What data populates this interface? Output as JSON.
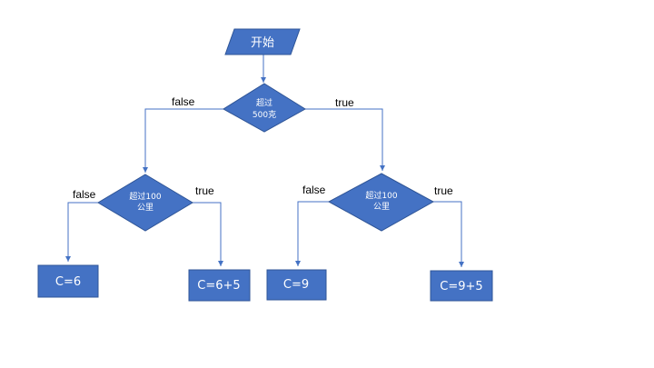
{
  "nodes": {
    "start": "开始",
    "decision_weight_line1": "超过",
    "decision_weight_line2": "500克",
    "decision_dist_left_line1": "超过100",
    "decision_dist_left_line2": "公里",
    "decision_dist_right_line1": "超过100",
    "decision_dist_right_line2": "公里",
    "result_c6": "C=6",
    "result_c6p5": "C=6+5",
    "result_c9": "C=9",
    "result_c9p5": "C=9+5"
  },
  "edge_labels": {
    "weight_false": "false",
    "weight_true": "true",
    "dist_left_false": "false",
    "dist_left_true": "true",
    "dist_right_false": "false",
    "dist_right_true": "true"
  },
  "colors": {
    "shape_fill": "#4472c4",
    "shape_stroke": "#2f5597",
    "connector": "#4472c4",
    "node_text": "#ffffff",
    "edge_text": "#000000"
  }
}
